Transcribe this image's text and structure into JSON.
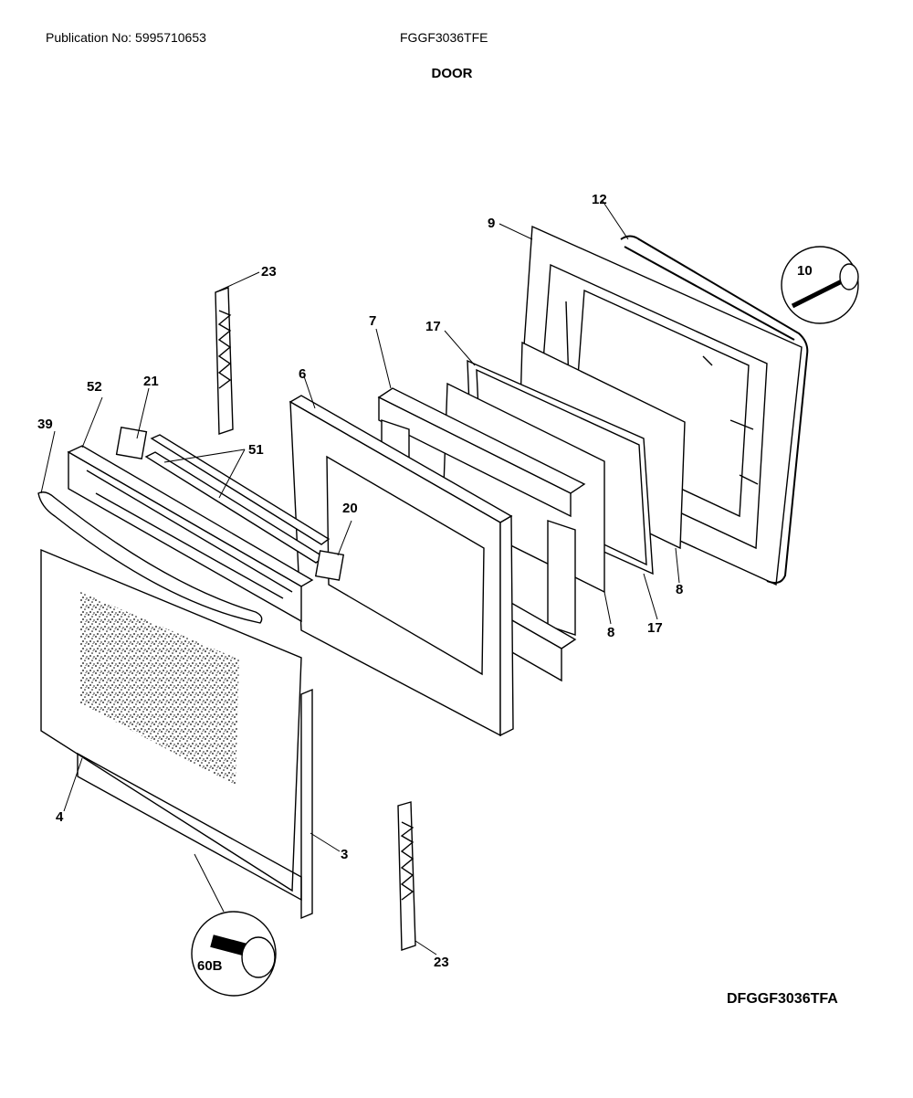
{
  "header": {
    "publication": "Publication No: 5995710653",
    "model": "FGGF3036TFE"
  },
  "title": "DOOR",
  "diagram_code": "DFGGF3036TFA",
  "callouts": {
    "c39": "39",
    "c52": "52",
    "c21": "21",
    "c23a": "23",
    "c51": "51",
    "c6": "6",
    "c7": "7",
    "c17a": "17",
    "c9": "9",
    "c12": "12",
    "c10": "10",
    "c20": "20",
    "c8a": "8",
    "c8b": "8",
    "c17b": "17",
    "c4": "4",
    "c3": "3",
    "c60b": "60B",
    "c23b": "23"
  }
}
